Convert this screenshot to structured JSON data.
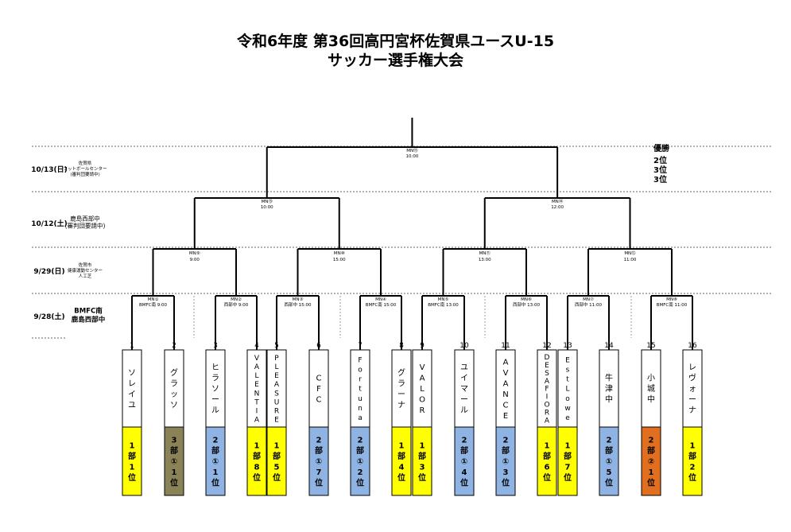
{
  "title": {
    "line1": "令和6年度 第36回高円宮杯佐賀県ユースU-15",
    "line2": "サッカー選手権大会"
  },
  "results": [
    "優勝",
    "2位",
    "3位",
    "3位"
  ],
  "rounds": [
    {
      "date": "10/13(日)",
      "venue": [
        "佐賀県",
        "フットボールセンター",
        "(審判団要請中)"
      ]
    },
    {
      "date": "10/12(土)",
      "venue": [
        "鹿島西部中",
        "(審判団要請中)"
      ]
    },
    {
      "date": "9/29(日)",
      "venue": [
        "佐賀市",
        "健康運動センター",
        "人工芝"
      ]
    },
    {
      "date": "9/28(土)",
      "venue": [
        "BMFC南",
        "鹿島西部中"
      ]
    }
  ],
  "matches": {
    "final": {
      "no": "MN⑮",
      "time": "10:00"
    },
    "semis": [
      {
        "no": "MN⑬",
        "time": "10:00"
      },
      {
        "no": "MN⑭",
        "time": "12:00"
      }
    ],
    "quarters": [
      {
        "no": "MN⑨",
        "time": "9:00"
      },
      {
        "no": "MN⑩",
        "time": "15:00"
      },
      {
        "no": "MN⑪",
        "time": "13:00"
      },
      {
        "no": "MN⑫",
        "time": "11:00"
      }
    ],
    "r16": [
      {
        "no": "MN①",
        "info": "BMFC南 9:00"
      },
      {
        "no": "MN②",
        "info": "西部中 9:00"
      },
      {
        "no": "MN③",
        "info": "西部中 15:00"
      },
      {
        "no": "MN④",
        "info": "BMFC南 15:00"
      },
      {
        "no": "MN⑤",
        "info": "BMFC南 13:00"
      },
      {
        "no": "MN⑥",
        "info": "西部中 13:00"
      },
      {
        "no": "MN⑦",
        "info": "西部中 11:00"
      },
      {
        "no": "MN⑧",
        "info": "BMFC南 11:00"
      }
    ]
  },
  "teams": [
    {
      "seed": "1",
      "name": "ソレイユ",
      "rank": "1部1位",
      "color": "#ffff00"
    },
    {
      "seed": "2",
      "name": "グラッソ",
      "rank": "3部①1位",
      "color": "#8b8358"
    },
    {
      "seed": "3",
      "name": "ヒラソール",
      "rank": "2部①1位",
      "color": "#8fb4e3"
    },
    {
      "seed": "4",
      "name": "VALENTIA",
      "rank": "1部8位",
      "color": "#ffff00"
    },
    {
      "seed": "5",
      "name": "PLEASURE",
      "rank": "1部5位",
      "color": "#ffff00"
    },
    {
      "seed": "6",
      "name": "CFC",
      "rank": "2部①7位",
      "color": "#8fb4e3"
    },
    {
      "seed": "7",
      "name": "Fortuna",
      "rank": "2部①2位",
      "color": "#8fb4e3"
    },
    {
      "seed": "8",
      "name": "グラーナ",
      "rank": "1部4位",
      "color": "#ffff00"
    },
    {
      "seed": "9",
      "name": "VALOR",
      "rank": "1部3位",
      "color": "#ffff00"
    },
    {
      "seed": "10",
      "name": "ユイマール",
      "rank": "2部①4位",
      "color": "#8fb4e3"
    },
    {
      "seed": "11",
      "name": "AVANCE",
      "rank": "2部①3位",
      "color": "#8fb4e3"
    },
    {
      "seed": "12",
      "name": "DESAFIORA",
      "rank": "1部6位",
      "color": "#ffff00"
    },
    {
      "seed": "13",
      "name": "EstLowe",
      "rank": "1部7位",
      "color": "#ffff00"
    },
    {
      "seed": "14",
      "name": "牛津中",
      "rank": "2部①5位",
      "color": "#8fb4e3"
    },
    {
      "seed": "15",
      "name": "小城中",
      "rank": "2部②1位",
      "color": "#e07020"
    },
    {
      "seed": "16",
      "name": "レヴォーナ",
      "rank": "1部2位",
      "color": "#ffff00"
    }
  ]
}
